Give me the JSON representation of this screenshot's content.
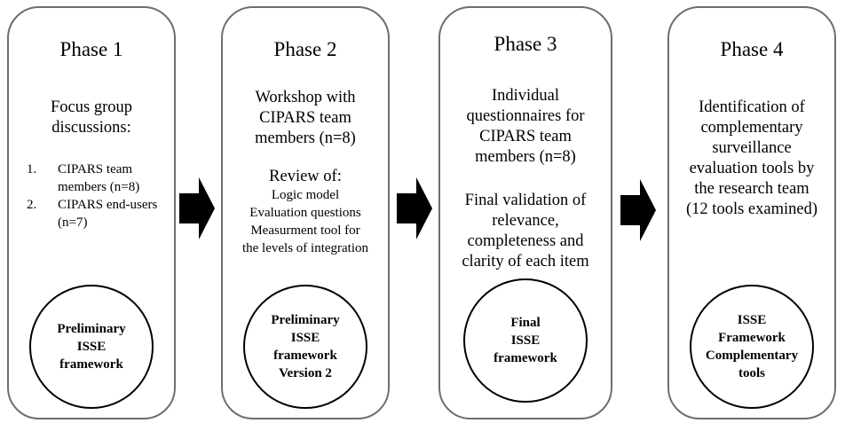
{
  "phases": [
    {
      "title": "Phase 1",
      "heading": [
        "Focus group",
        "discussions:"
      ],
      "list": [
        {
          "num": "1.",
          "text": "CIPARS team members (n=8)"
        },
        {
          "num": "2.",
          "text": "CIPARS end-users (n=7)"
        }
      ],
      "outcome": [
        "Preliminary",
        "ISSE",
        "framework"
      ]
    },
    {
      "title": "Phase 2",
      "heading": [
        "Workshop with",
        "CIPARS team",
        "members (n=8)"
      ],
      "subheading": "Review of:",
      "items": [
        "Logic model",
        "Evaluation questions",
        "Measurment tool for",
        "the levels of integration"
      ],
      "outcome": [
        "Preliminary",
        "ISSE",
        "framework",
        "Version 2"
      ]
    },
    {
      "title": "Phase 3",
      "heading": [
        "Individual",
        "questionnaires for",
        "CIPARS team",
        "members (n=8)"
      ],
      "body": [
        "Final validation of",
        "relevance,",
        "completeness and",
        "clarity of each item"
      ],
      "outcome": [
        "Final",
        "ISSE",
        "framework"
      ]
    },
    {
      "title": "Phase 4",
      "body": [
        "Identification of",
        "complementary",
        "surveillance",
        "evaluation tools by",
        "the research team",
        "(12 tools examined)"
      ],
      "outcome": [
        "ISSE",
        "Framework",
        "Complementary",
        "tools"
      ]
    }
  ]
}
